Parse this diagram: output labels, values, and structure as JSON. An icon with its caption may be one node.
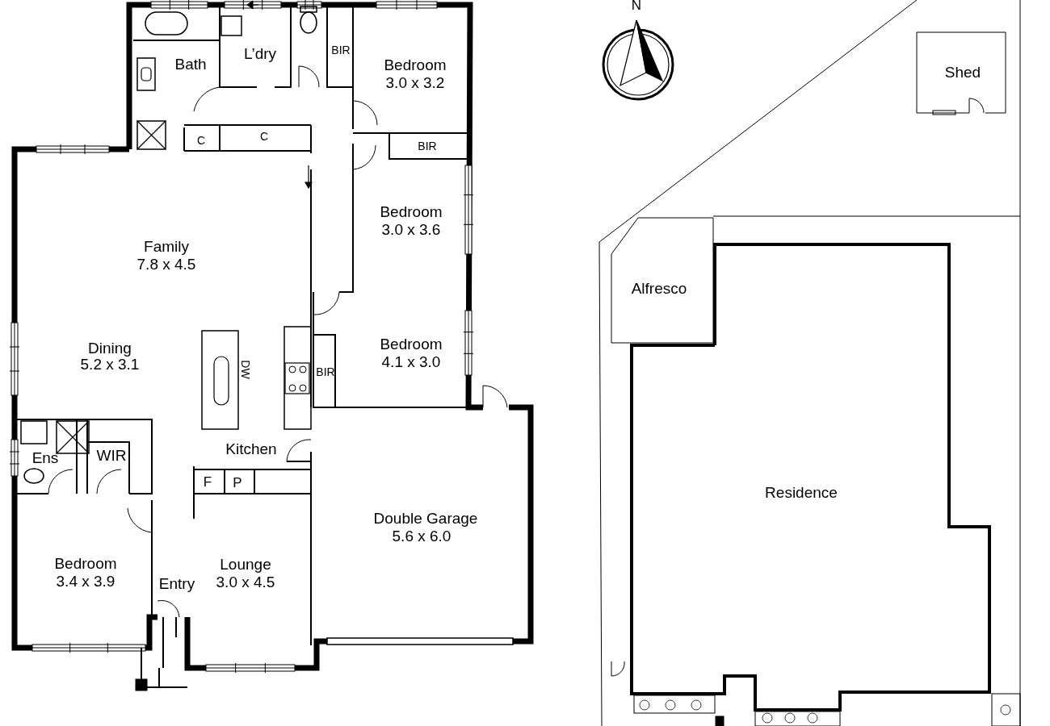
{
  "diagram": {
    "labels": [
      "N",
      "BIR",
      "L’dry",
      "Bath",
      "Bedroom",
      "3.0 x 3.2",
      "Shed",
      "C",
      "C",
      "BIR",
      "Bedroom",
      "3.0 x 3.6",
      "Family",
      "7.8 x 4.5",
      "Alfresco",
      "Dining",
      "5.2 x 3.1",
      "Bedroom",
      "4.1 x 3.0",
      "DW",
      "BIR",
      "WIR",
      "Ens",
      "Kitchen",
      "F",
      "P",
      "Residence",
      "Double Garage",
      "5.6 x 6.0",
      "Bedroom",
      "3.4 x 3.9",
      "Lounge",
      "3.0 x 4.5",
      "Entry"
    ]
  }
}
